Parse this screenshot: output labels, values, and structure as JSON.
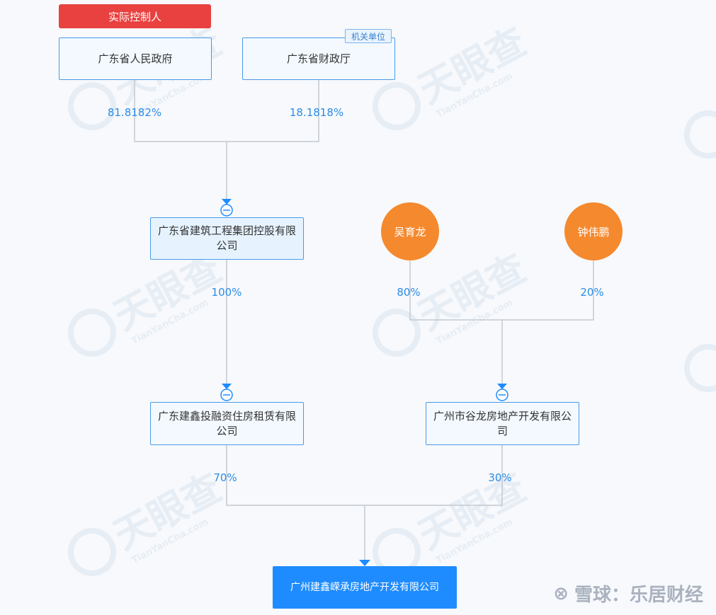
{
  "watermark": {
    "text": "天眼查",
    "subtext": "TianYanCha.com"
  },
  "badges": {
    "actual_controller": "实际控制人",
    "gov_agency": "机关单位"
  },
  "nodes": {
    "gd_gov": "广东省人民政府",
    "gd_finance": "广东省财政厅",
    "gd_construction": "广东省建筑工程集团控股有限公司",
    "wu_yulong": "吴育龙",
    "zhong_weipeng": "钟伟鹏",
    "gd_jianxin": "广东建鑫投融资住房租赁有限公司",
    "gz_gulong": "广州市谷龙房地产开发有限公司",
    "target": "广州建鑫嵘承房地产开发有限公司"
  },
  "edges": {
    "gov_to_construction": "81.8182%",
    "finance_to_construction": "18.1818%",
    "construction_to_jianxin": "100%",
    "wu_to_gulong": "80%",
    "zhong_to_gulong": "20%",
    "jianxin_to_target": "70%",
    "gulong_to_target": "30%"
  },
  "footer": {
    "logo": "⊗",
    "text": "雪球：乐居财经"
  },
  "colors": {
    "line": "#c4c9d1",
    "arrow": "#1e8cff",
    "box_border": "#4a9ae8",
    "red_badge": "#e8413f",
    "person": "#f5892e",
    "percent": "#2c8ce6"
  }
}
